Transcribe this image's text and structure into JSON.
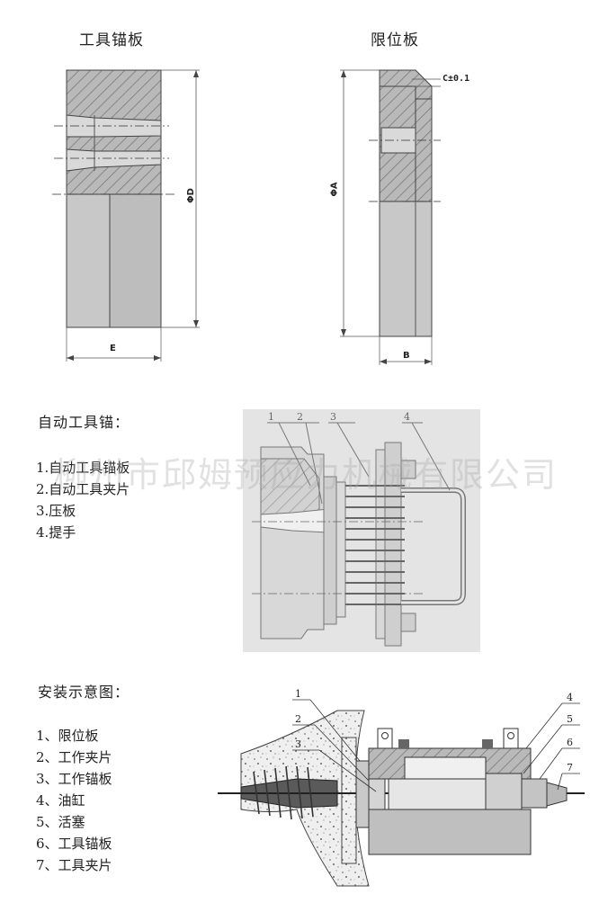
{
  "drawing1": {
    "title": "工具锚板",
    "dim_height": "ΦD",
    "dim_width": "E"
  },
  "drawing2": {
    "title": "限位板",
    "dim_height": "ΦA",
    "dim_width": "B",
    "dim_note": "C±0.1"
  },
  "section1": {
    "heading": "自动工具锚：",
    "items": [
      "1.自动工具锚板",
      "2.自动工具夹片",
      "3.压板",
      "4.提手"
    ],
    "callouts": [
      "1",
      "2",
      "3",
      "4"
    ]
  },
  "watermark": "柳州市邱姆预应力机械有限公司",
  "section2": {
    "heading": "安装示意图：",
    "items": [
      "1、限位板",
      "2、工作夹片",
      "3、工作锚板",
      "4、油缸",
      "5、活塞",
      "6、工具锚板",
      "7、工具夹片"
    ],
    "callouts": [
      "1",
      "2",
      "3",
      "4",
      "5",
      "6",
      "7"
    ]
  }
}
